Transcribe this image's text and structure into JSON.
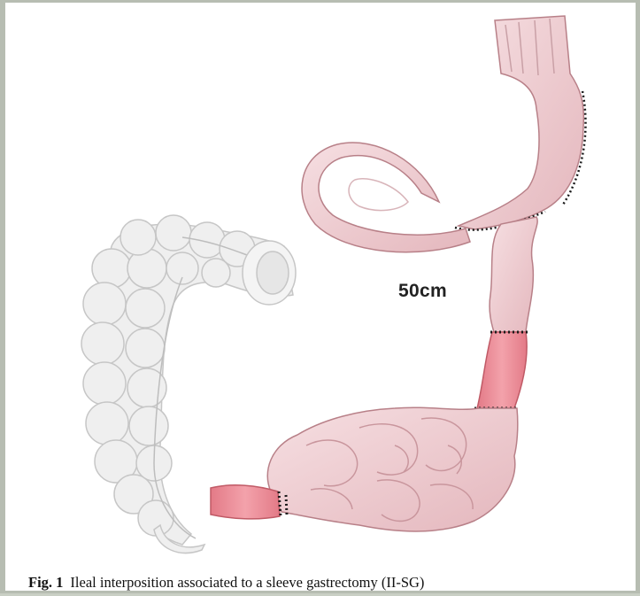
{
  "figure": {
    "annotation": "50cm",
    "caption_label": "Fig. 1",
    "caption_text": "Ileal interposition associated to a sleeve gastrectomy (II-SG)"
  },
  "colors": {
    "page_background": "#ffffff",
    "colon": "#efefef",
    "colon_stroke": "#c4c4c4",
    "stomach_intestine": "#f3d5d8",
    "tissue_stroke": "#b88088",
    "interposed_segment": "#eb8c96",
    "suture_line": "#1a1a1a"
  }
}
